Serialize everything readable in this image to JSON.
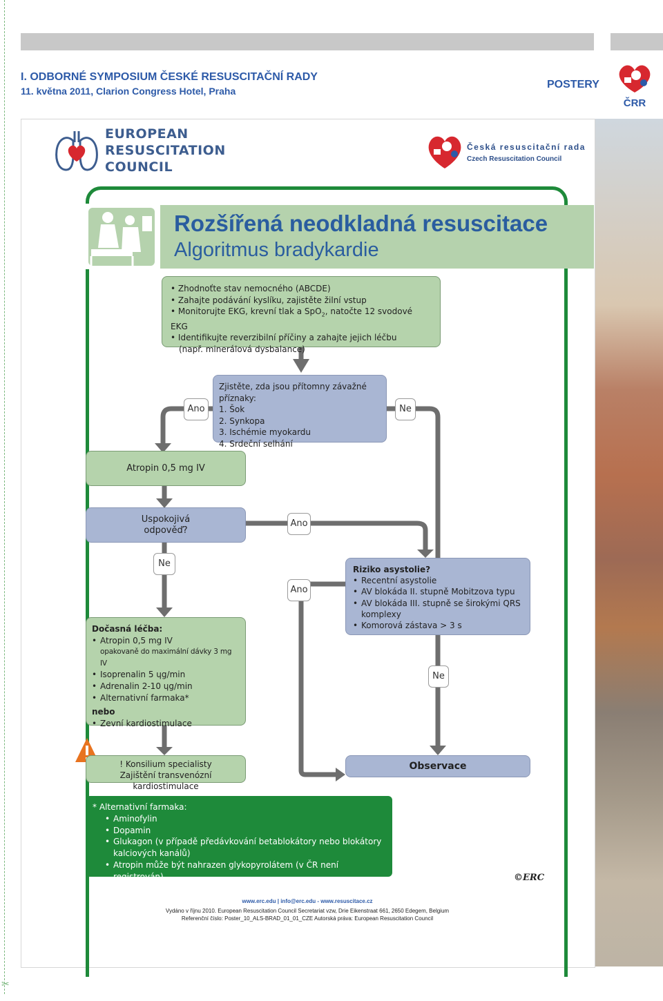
{
  "header": {
    "symposium_title": "I. ODBORNÉ SYMPOSIUM ČESKÉ RESUSCITAČNÍ RADY",
    "symposium_subtitle": "11. května 2011, Clarion Congress Hotel, Praha",
    "section": "POSTERY",
    "crr_logo_text": "ČRR"
  },
  "logos": {
    "erc_line1": "EUROPEAN",
    "erc_line2": "RESUSCITATION",
    "erc_line3": "COUNCIL",
    "crc_cz": "Česká resuscitační rada",
    "crc_en": "Czech Resuscitation Council"
  },
  "poster": {
    "title": "Rozšířená neodkladná resuscitace",
    "subtitle": "Algoritmus bradykardie"
  },
  "assess": {
    "items": [
      "Zhodnoťte stav nemocného (ABCDE)",
      "Zahajte podávání kyslíku, zajistěte žilní vstup",
      "Monitorujte EKG, krevní tlak a SpO",
      "Identifikujte reverzibilní příčiny a zahajte jejich léčbu"
    ],
    "spo_sub": "2",
    "spo_tail": ", natočte 12 svodové EKG",
    "continuation": "(např. minerálová dysbalance)"
  },
  "signs": {
    "question": "Zjistěte, zda jsou přítomny závažné příznaky:",
    "items": [
      "1. Šok",
      "2. Synkopa",
      "3. Ischémie myokardu",
      "4. Srdeční selhání"
    ]
  },
  "labels": {
    "yes1": "Ano",
    "no1": "Ne",
    "yes2": "Ano",
    "no2": "Ne",
    "yes3": "Ano",
    "no3": "Ne"
  },
  "atropin": "Atropin 0,5 mg IV",
  "response": {
    "line1": "Uspokojivá",
    "line2": "odpověď?"
  },
  "risk": {
    "title": "Riziko asystolie?",
    "items": [
      "Recentní asystolie",
      "AV blokáda II. stupně Mobitzova typu",
      "AV blokáda III. stupně se širokými QRS komplexy",
      "Komorová zástava > 3 s"
    ]
  },
  "temporary": {
    "title": "Dočasná léčba:",
    "item1": "Atropin 0,5 mg IV",
    "item1_note": "opakovaně do maximální dávky 3 mg IV",
    "items_rest": [
      "Isoprenalin 5 ɥg/min",
      "Adrenalin 2-10 ɥg/min",
      "Alternativní farmaka*"
    ],
    "or_label": "nebo",
    "pacing": "Zevní kardiostimulace"
  },
  "consult": {
    "line1": "! Konsilium specialisty",
    "line2": "Zajištění transvenózní kardiostimulace"
  },
  "observe": "Observace",
  "alternatives": {
    "title": "* Alternativní farmaka:",
    "items": [
      "Aminofylin",
      "Dopamin",
      "Glukagon (v případě předávkování betablokátory nebo blokátory kalciových kanálů)",
      "Atropin může být nahrazen glykopyrolátem (v ČR není registrován)"
    ]
  },
  "footer": {
    "web": "www.erc.edu | info@erc.edu - www.resuscitace.cz",
    "line1": "Vydáno v říjnu 2010. European Resuscitation Council Secretariat vzw, Drie Eikenstraat 661, 2650 Edegem, Belgium",
    "line2": "Referenční číslo: Poster_10_ALS-BRAD_01_01_CZE  Autorská práva: European Resuscitation Council",
    "erc_mark": "©ERC"
  },
  "colors": {
    "accent_blue": "#2a5d9f",
    "green": "#1e8a3a",
    "box_green": "#b5d3ac",
    "box_blue": "#a9b6d3",
    "logo_red": "#d7282f"
  }
}
